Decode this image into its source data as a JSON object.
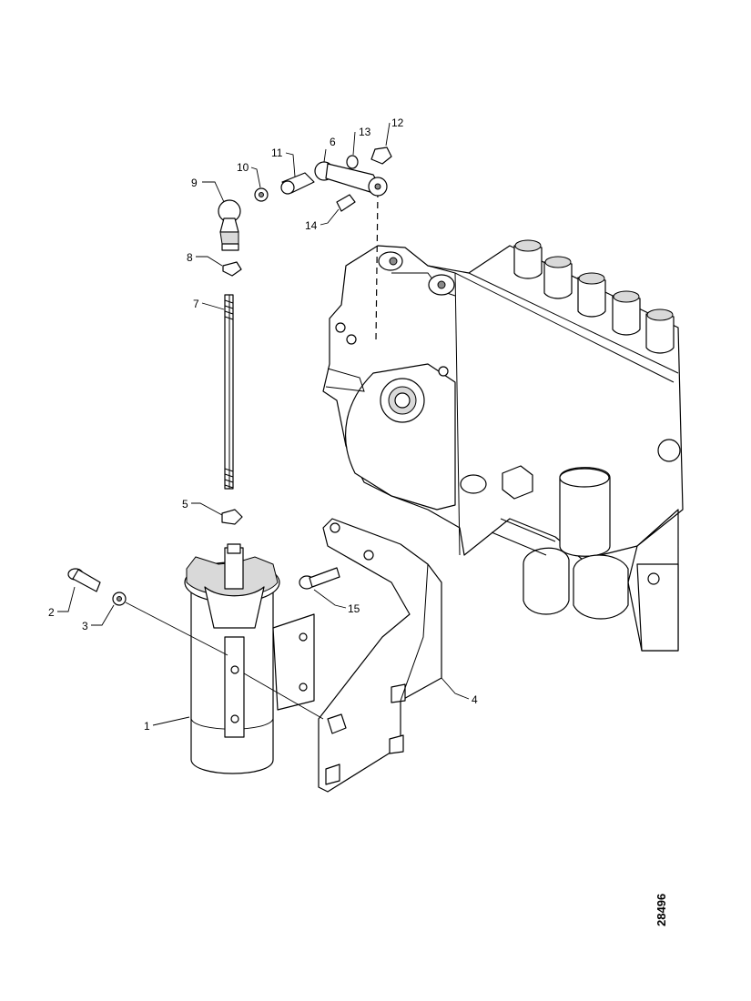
{
  "diagram": {
    "callouts": [
      "1",
      "2",
      "3",
      "4",
      "5",
      "6",
      "7",
      "8",
      "9",
      "10",
      "11",
      "12",
      "13",
      "14",
      "15"
    ],
    "reference_number": "28496"
  }
}
